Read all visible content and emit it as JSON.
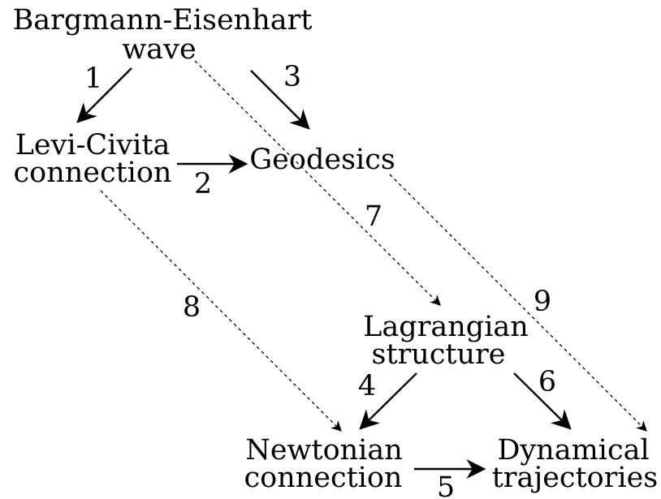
{
  "nodes": {
    "bargmann": {
      "line1": "Bargmann-Eisenhart",
      "line2": "wave"
    },
    "levicivita": {
      "line1": "Levi-Civita",
      "line2": "connection"
    },
    "geodesics": {
      "line1": "Geodesics"
    },
    "lagrangian": {
      "line1": "Lagrangian",
      "line2": "structure"
    },
    "newtonian": {
      "line1": "Newtonian",
      "line2": "connection"
    },
    "dynamical": {
      "line1": "Dynamical",
      "line2": "trajectories"
    }
  },
  "edges": [
    {
      "id": "1",
      "label": "1",
      "from": "Bargmann-Eisenhart wave",
      "to": "Levi-Civita connection",
      "style": "solid"
    },
    {
      "id": "2",
      "label": "2",
      "from": "Levi-Civita connection",
      "to": "Geodesics",
      "style": "solid"
    },
    {
      "id": "3",
      "label": "3",
      "from": "Bargmann-Eisenhart wave",
      "to": "Geodesics",
      "style": "solid"
    },
    {
      "id": "4",
      "label": "4",
      "from": "Lagrangian structure",
      "to": "Newtonian connection",
      "style": "solid"
    },
    {
      "id": "5",
      "label": "5",
      "from": "Newtonian connection",
      "to": "Dynamical trajectories",
      "style": "solid"
    },
    {
      "id": "6",
      "label": "6",
      "from": "Lagrangian structure",
      "to": "Dynamical trajectories",
      "style": "solid"
    },
    {
      "id": "7",
      "label": "7",
      "from": "Bargmann-Eisenhart wave",
      "to": "Lagrangian structure",
      "style": "dashed"
    },
    {
      "id": "8",
      "label": "8",
      "from": "Levi-Civita connection",
      "to": "Newtonian connection",
      "style": "dashed"
    },
    {
      "id": "9",
      "label": "9",
      "from": "Geodesics",
      "to": "Dynamical trajectories",
      "style": "dashed"
    }
  ]
}
